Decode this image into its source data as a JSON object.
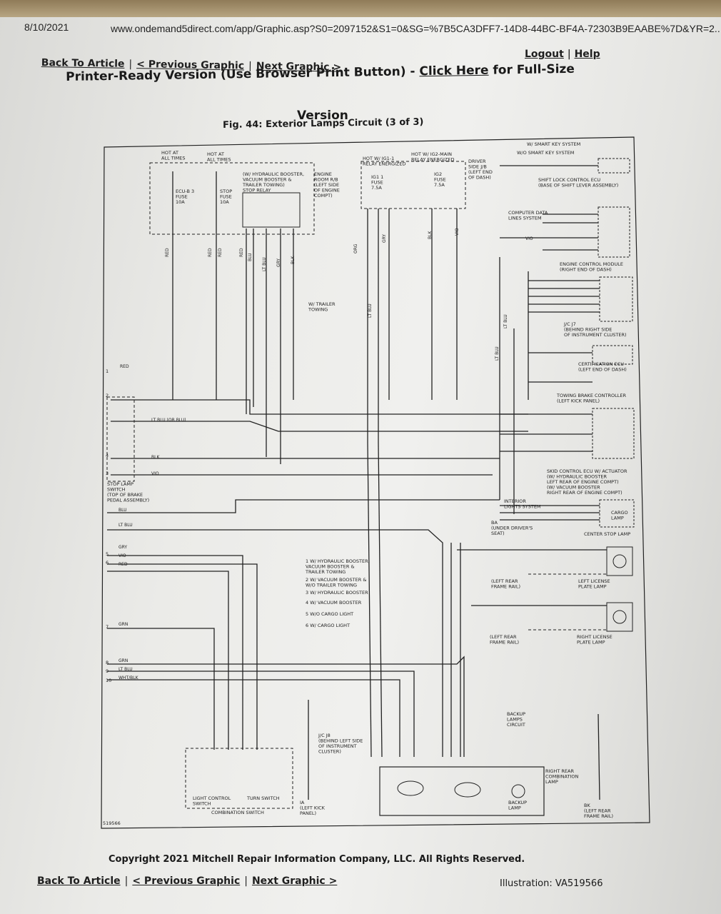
{
  "browser_header": {
    "date": "8/10/2021",
    "url": "www.ondemand5direct.com/app/Graphic.asp?S0=2097152&S1=0&SG=%7B5CA3DFF7-14D8-44BC-BF4A-72303B9EAABE%7D&YR=2..."
  },
  "nav": {
    "back": "Back To Article",
    "prev": "< Previous Graphic",
    "next": "Next Graphic >",
    "sep": "|"
  },
  "account": {
    "logout": "Logout",
    "help": "Help",
    "sep": "|"
  },
  "title": {
    "pre": "Printer-Ready Version (Use Browser Print Button) - ",
    "link": "Click Here",
    "post": " for Full-Size",
    "line2": "Version"
  },
  "figure_title": "Fig. 44: Exterior Lamps Circuit (3 of 3)",
  "diagram": {
    "hot_all_times_1": "HOT AT\nALL TIMES",
    "hot_all_times_2": "HOT AT\nALL TIMES",
    "stop_relay": "(W/ HYDRAULIC BOOSTER,\nVACUUM BOOSTER &\nTRAILER TOWING)\nSTOP RELAY",
    "engine_room_rb": "ENGINE\nROOM R/B\n(LEFT SIDE\nOF ENGINE\nCOMPT)",
    "fuse_ecub": "ECU-B 3\nFUSE\n10A",
    "fuse_stop": "STOP\nFUSE\n10A",
    "hot_ig11": "HOT W/ IG1-1\nRELAY ENERGIZED",
    "hot_ig2": "HOT W/ IG2-MAIN\nRELAY ENERGIZED",
    "fuse_ig11": "IG1 1\nFUSE\n7.5A",
    "fuse_ig2": "IG2\nFUSE\n7.5A",
    "driver_jb": "DRIVER\nSIDE J/B\n(LEFT END\nOF DASH)",
    "smart_key_w": "W/ SMART KEY SYSTEM",
    "smart_key_wo": "W/O SMART KEY SYSTEM",
    "shift_lock": "SHIFT LOCK CONTROL ECU\n(BASE OF SHIFT LEVER ASSEMBLY)",
    "computer_lines": "COMPUTER DATA\nLINES SYSTEM",
    "ecm": "ENGINE CONTROL MODULE\n(RIGHT END OF DASH)",
    "jc_j7": "J/C J7\n(BEHIND RIGHT SIDE\nOF INSTRUMENT CLUSTER)",
    "cert_ecu": "CERTIFICATION ECU\n(LEFT END OF DASH)",
    "towing_brake": "TOWING BRAKE CONTROLLER\n(LEFT KICK PANEL)",
    "skid_control": "SKID CONTROL ECU W/ ACTUATOR\n(W/ HYDRAULIC BOOSTER\nLEFT REAR OF ENGINE COMPT)\n(W/ VACUUM BOOSTER\nRIGHT REAR OF ENGINE COMPT)",
    "interior_lights": "INTERIOR\nLIGHTS SYSTEM",
    "cargo_lamp": "CARGO\nLAMP",
    "center_stop": "CENTER STOP LAMP",
    "under_seat": "BA\n(UNDER DRIVER'S\nSEAT)",
    "stop_lamp_switch": "STOP LAMP\nSWITCH\n(TOP OF BRAKE\nPEDAL ASSEMBLY)",
    "trailer_towing": "W/ TRAILER\nTOWING",
    "left_license": "LEFT LICENSE\nPLATE LAMP",
    "right_license": "RIGHT LICENSE\nPLATE LAMP",
    "left_rear_frame_1": "(LEFT REAR\nFRAME RAIL)",
    "left_rear_frame_2": "(LEFT REAR\nFRAME RAIL)",
    "legend": [
      "1 W/ HYDRAULIC BOOSTER,\nVACUUM BOOSTER &\nTRAILER TOWING",
      "2 W/ VACUUM BOOSTER &\nW/O TRAILER TOWING",
      "3 W/ HYDRAULIC BOOSTER",
      "4 W/ VACUUM BOOSTER",
      "5 W/O CARGO LIGHT",
      "6 W/ CARGO LIGHT"
    ],
    "jc_j8": "J/C J8\n(BEHIND LEFT SIDE\nOF INSTRUMENT\nCLUSTER)",
    "left_kick": "IA\n(LEFT KICK\nPANEL)",
    "light_control": "LIGHT CONTROL\nSWITCH",
    "turn_switch": "TURN SWITCH",
    "combination_switch": "COMBINATION SWITCH",
    "backup_circuit": "BACKUP\nLAMPS\nCIRCUIT",
    "right_rear_combo": "RIGHT REAR\nCOMBINATION\nLAMP",
    "backup_lamp": "BACKUP\nLAMP",
    "left_rear_frame_3": "BK\n(LEFT REAR\nFRAME RAIL)",
    "drawing_no": "519566",
    "wire_colors": [
      "RED",
      "RED",
      "RED",
      "RED",
      "LT BLU",
      "GRY",
      "BLK",
      "ORG",
      "GRY",
      "BLK",
      "VIO",
      "BLU",
      "LT BLU",
      "LT BLU",
      "LT BLU",
      "VIO",
      "RED",
      "LT BLU (OR BLU)",
      "BLK",
      "VIO",
      "BLU",
      "LT BLU",
      "GRY",
      "VIO",
      "RED",
      "GRN",
      "GRN",
      "LT BLU",
      "WHT/BLK"
    ],
    "left_pins": [
      "1",
      "2",
      "3",
      "4",
      "5",
      "6",
      "7",
      "8",
      "9",
      "10"
    ]
  },
  "footer": {
    "copyright": "Copyright 2021 Mitchell Repair Information Company, LLC.  All Rights Reserved.",
    "illustration": "Illustration: VA519566"
  }
}
